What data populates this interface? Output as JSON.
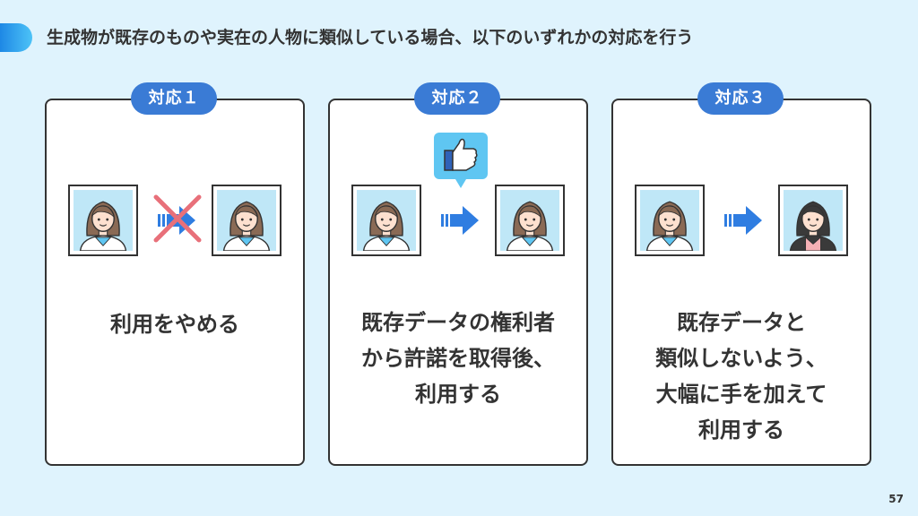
{
  "header": {
    "title": "生成物が既存のものや実在の人物に類似している場合、以下のいずれかの対応を行う"
  },
  "cards": [
    {
      "badge": "対応１",
      "lines": [
        "利用をやめる"
      ]
    },
    {
      "badge": "対応２",
      "lines": [
        "既存データの権利者",
        "から許諾を取得後、",
        "利用する"
      ]
    },
    {
      "badge": "対応３",
      "lines": [
        "既存データと",
        "類似しないよう、",
        "大幅に手を加えて",
        "利用する"
      ]
    }
  ],
  "page_number": "57",
  "colors": {
    "accent": "#3a7bd5",
    "arrow": "#2f7de1",
    "cross": "#e8707a",
    "bubble": "#5fc6f2",
    "photo_bg": "#bfe7f7",
    "background": "#dff3fd"
  },
  "icons": [
    "person-photo-icon",
    "arrow-right-icon",
    "cross-icon",
    "thumbs-up-icon"
  ]
}
